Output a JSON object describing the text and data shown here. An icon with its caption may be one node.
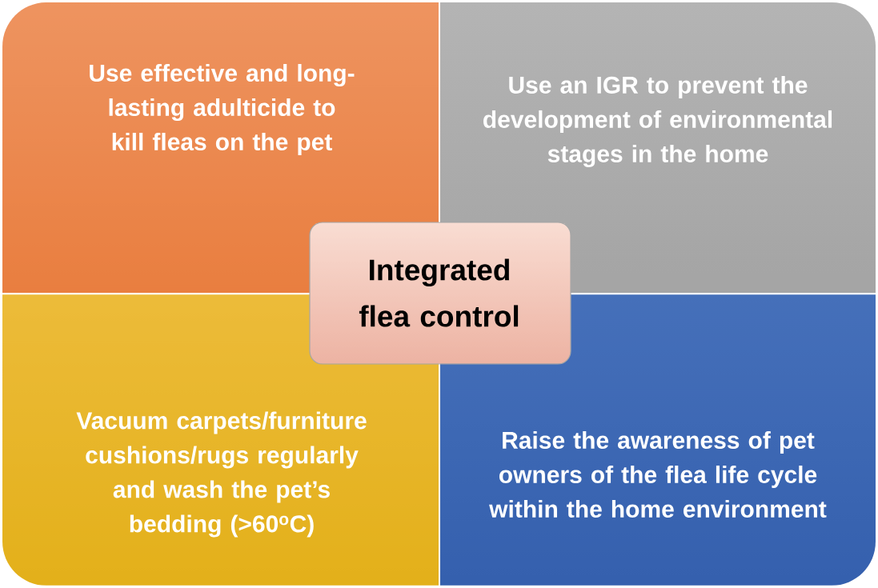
{
  "diagram": {
    "nodes": [
      {
        "text": [
          "Use effective and long-lasting adulticide to kill fleas on the pet"
        ]
      },
      {
        "text": [
          "Use an IGR to prevent the development of environmental stages in the home"
        ]
      },
      {
        "text": [
          "Integrated flea control"
        ]
      },
      {
        "text": [
          "Vacuum carpets/furniture cushions/rugs regularly and wash the pet’s bedding (>60$^{o}$C)"
        ]
      },
      {
        "text": [
          "Raise the awareness of pet owners of the flea life cycle within the home environment"
        ]
      }
    ]
  }
}
